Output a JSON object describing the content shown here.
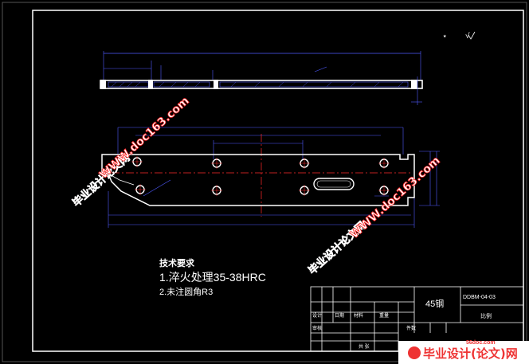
{
  "drawing": {
    "notes_heading": "技术要求",
    "notes": [
      "1.淬火处理35-38HRC",
      "2.未注圆角R3"
    ],
    "roughness_symbol": "√",
    "title_block": {
      "part_name": "45钢",
      "drawing_number": "DDBM-04-03",
      "scale_label": "比例",
      "qty_label": "件数",
      "design_label": "设计",
      "check_label": "审核",
      "date_label": "日期",
      "sheet_label": "共 张",
      "material_label": "材料",
      "weight_label": "重量"
    }
  },
  "watermarks": {
    "site": "WWW.doc163.com",
    "brand": "毕业设计论文网",
    "footer_domain": "56doc.com",
    "footer_brand": "毕业设计(论文)网"
  },
  "colors": {
    "frame": "#ffffff",
    "part_outline": "#ffffff",
    "dimension": "#4f5bff",
    "centerline": "#ff2a2a",
    "hatch": "#4f5bff",
    "watermark_red": "#ff2020",
    "watermark_white": "#ffffff"
  }
}
